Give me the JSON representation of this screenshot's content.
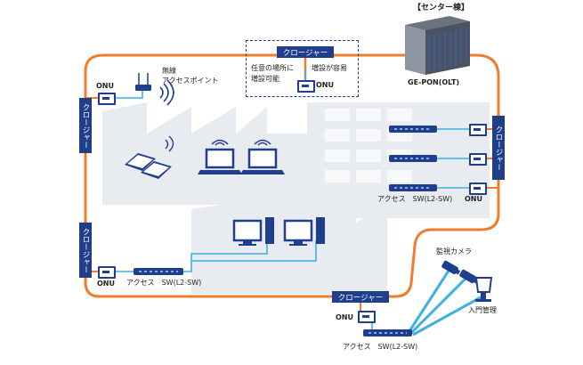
{
  "colors": {
    "fiber": "#ef7d2d",
    "device": "#1f3e8c",
    "lan": "#3fb0e0",
    "wireless": "#1f3e8c",
    "building": "#e8ebef"
  },
  "center_building": "【センター棟】",
  "olt_label": "GE-PON(OLT)",
  "optional_box": {
    "closure": "クロージャー",
    "left_text_line1": "任意の場所に",
    "left_text_line2": "増設可能",
    "right_text": "増設が容易",
    "onu": "ONU"
  },
  "top_left": {
    "closure": "クロージャー",
    "onu": "ONU",
    "ap_line1": "無線",
    "ap_line2": "アクセスポイント"
  },
  "right_side": {
    "closure": "クロージャー",
    "switch_label": "アクセス　SW(L2-SW)",
    "onu": "ONU"
  },
  "bottom_left": {
    "closure": "クロージャー",
    "onu": "ONU",
    "switch_label": "アクセス　SW(L2-SW)"
  },
  "bottom_center": {
    "closure": "クロージャー",
    "onu": "ONU",
    "switch_label": "アクセス　SW(L2-SW)",
    "camera": "監視カメラ",
    "entry": "入門管理"
  }
}
